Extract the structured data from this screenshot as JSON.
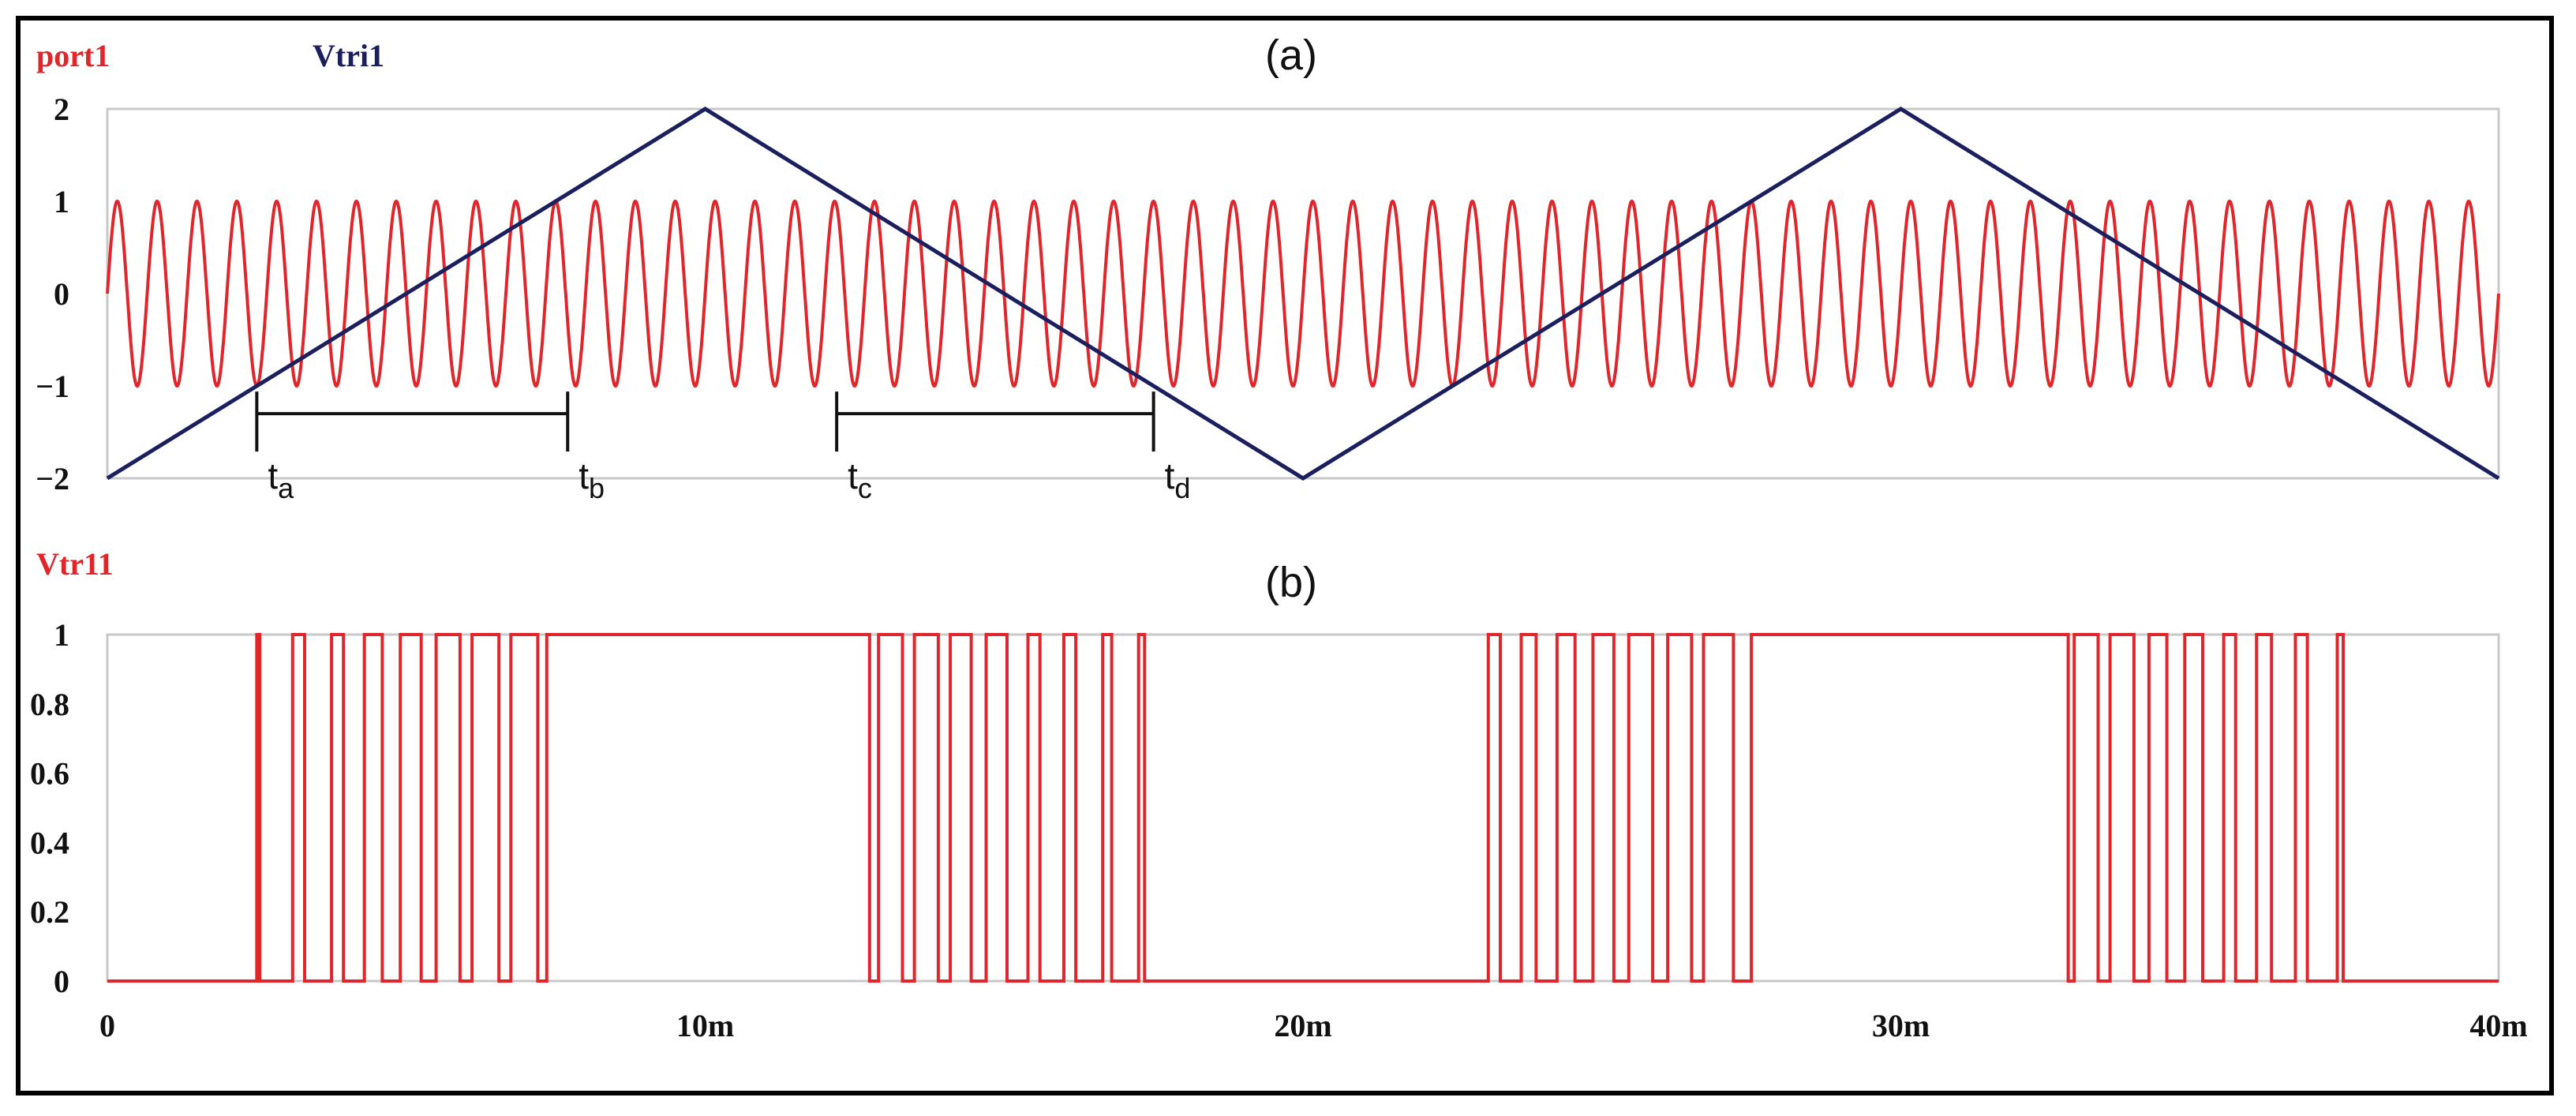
{
  "colors": {
    "sine": "#e0262b",
    "triangle": "#1c1f5e",
    "pwm": "#e0262b",
    "pwm_edge": "#6a1010",
    "grid": "#c8c8c8",
    "marker": "#111111"
  },
  "chart_data": [
    {
      "type": "line",
      "panel_label": "(a)",
      "legend": [
        {
          "name": "port1",
          "color": "#e0262b"
        },
        {
          "name": "Vtri1",
          "color": "#1c1f5e"
        }
      ],
      "xlim": [
        0,
        40
      ],
      "ylim": [
        -2,
        2
      ],
      "yticks": [
        {
          "value": 2,
          "label": "2"
        },
        {
          "value": 1,
          "label": "1"
        },
        {
          "value": 0,
          "label": "0"
        },
        {
          "value": -1,
          "label": "−1"
        },
        {
          "value": -2,
          "label": "−2"
        }
      ],
      "series": [
        {
          "name": "port1",
          "kind": "sine",
          "amplitude": 1,
          "cycles": 60,
          "x_range": [
            0,
            40
          ]
        },
        {
          "name": "Vtri1",
          "kind": "polyline",
          "x": [
            0,
            10,
            20,
            30,
            40
          ],
          "y": [
            -2,
            2,
            -2,
            2,
            -2
          ]
        }
      ],
      "annotations": [
        {
          "label": "t",
          "sub": "a",
          "x": 2.5
        },
        {
          "label": "t",
          "sub": "b",
          "x": 7.7
        },
        {
          "label": "t",
          "sub": "c",
          "x": 12.2
        },
        {
          "label": "t",
          "sub": "d",
          "x": 17.5
        }
      ],
      "annotation_spans": [
        [
          2.5,
          7.7
        ],
        [
          12.2,
          17.5
        ]
      ]
    },
    {
      "type": "line",
      "panel_label": "(b)",
      "legend": [
        {
          "name": "Vtr11",
          "color": "#e0262b"
        }
      ],
      "xlim": [
        0,
        40
      ],
      "ylim": [
        0,
        1
      ],
      "yticks": [
        {
          "value": 1,
          "label": "1"
        },
        {
          "value": 0.8,
          "label": "0.8"
        },
        {
          "value": 0.6,
          "label": "0.6"
        },
        {
          "value": 0.4,
          "label": "0.4"
        },
        {
          "value": 0.2,
          "label": "0.2"
        },
        {
          "value": 0,
          "label": "0"
        }
      ],
      "xticks": [
        {
          "value": 0,
          "label": "0"
        },
        {
          "value": 10,
          "label": "10m"
        },
        {
          "value": 20,
          "label": "20m"
        },
        {
          "value": 30,
          "label": "30m"
        },
        {
          "value": 40,
          "label": "40m"
        }
      ],
      "high_intervals": [
        [
          2.5,
          2.55
        ],
        [
          3.1,
          3.3
        ],
        [
          3.75,
          3.95
        ],
        [
          4.3,
          4.6
        ],
        [
          4.9,
          5.25
        ],
        [
          5.5,
          5.9
        ],
        [
          6.1,
          6.55
        ],
        [
          6.75,
          7.2
        ],
        [
          7.35,
          12.75
        ],
        [
          12.9,
          13.3
        ],
        [
          13.5,
          13.9
        ],
        [
          14.1,
          14.45
        ],
        [
          14.7,
          15.05
        ],
        [
          15.4,
          15.6
        ],
        [
          16.0,
          16.2
        ],
        [
          16.65,
          16.8
        ],
        [
          17.25,
          17.35
        ],
        [
          23.1,
          23.3
        ],
        [
          23.65,
          23.9
        ],
        [
          24.25,
          24.55
        ],
        [
          24.85,
          25.2
        ],
        [
          25.45,
          25.85
        ],
        [
          26.1,
          26.5
        ],
        [
          26.7,
          27.2
        ],
        [
          27.5,
          32.8
        ],
        [
          32.9,
          33.3
        ],
        [
          33.5,
          33.9
        ],
        [
          34.15,
          34.45
        ],
        [
          34.75,
          35.05
        ],
        [
          35.4,
          35.6
        ],
        [
          35.95,
          36.2
        ],
        [
          36.6,
          36.8
        ],
        [
          37.3,
          37.4
        ]
      ]
    }
  ]
}
